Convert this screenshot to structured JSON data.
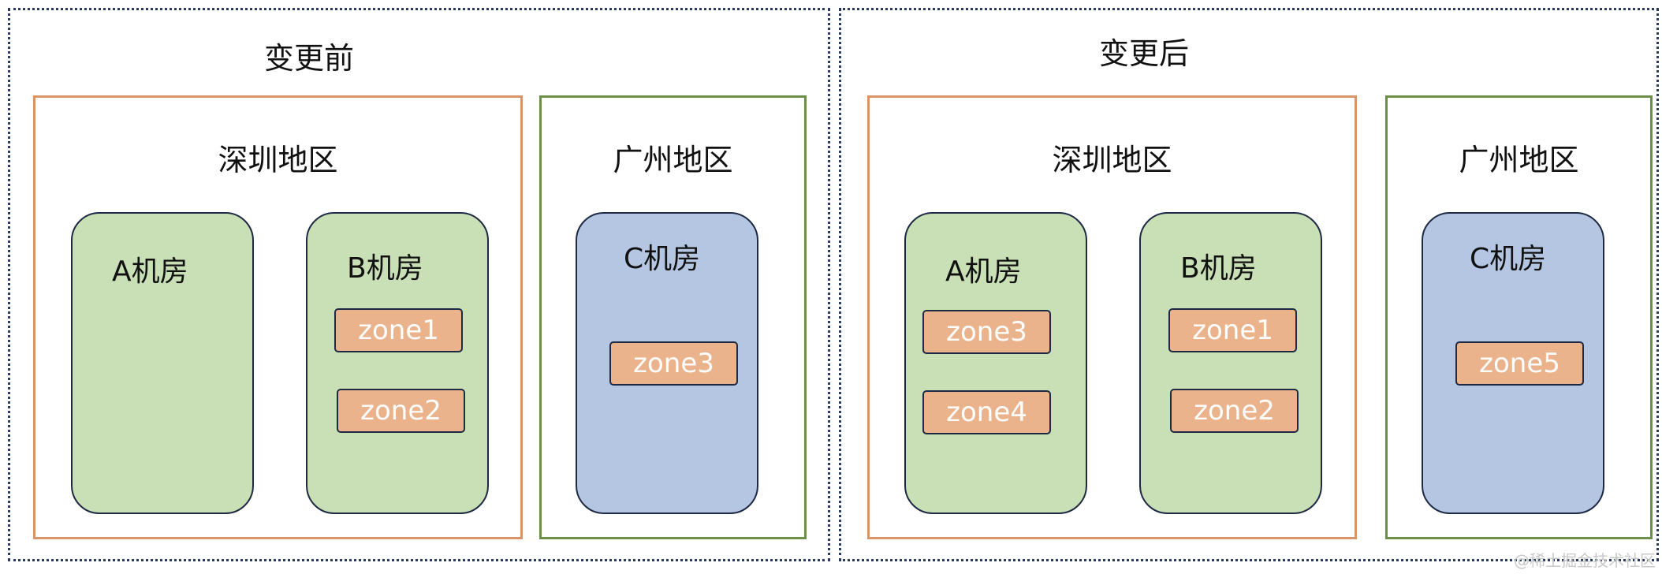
{
  "panels": [
    {
      "title": "变更前",
      "regions": [
        {
          "title": "深圳地区",
          "rooms": [
            {
              "title": "A机房",
              "zones": []
            },
            {
              "title": "B机房",
              "zones": [
                "zone1",
                "zone2"
              ]
            }
          ]
        },
        {
          "title": "广州地区",
          "rooms": [
            {
              "title": "C机房",
              "zones": [
                "zone3"
              ]
            }
          ]
        }
      ]
    },
    {
      "title": "变更后",
      "regions": [
        {
          "title": "深圳地区",
          "rooms": [
            {
              "title": "A机房",
              "zones": [
                "zone3",
                "zone4"
              ]
            },
            {
              "title": "B机房",
              "zones": [
                "zone1",
                "zone2"
              ]
            }
          ]
        },
        {
          "title": "广州地区",
          "rooms": [
            {
              "title": "C机房",
              "zones": [
                "zone5"
              ]
            }
          ]
        }
      ]
    }
  ],
  "colors": {
    "shenzhen_border": "#d9956a",
    "guangzhou_border": "#6a8f4a",
    "green_room": "#c9e0b7",
    "blue_room": "#b5c6e3",
    "zone_fill": "#ebb38c"
  },
  "watermark": "@稀土掘金技术社区"
}
